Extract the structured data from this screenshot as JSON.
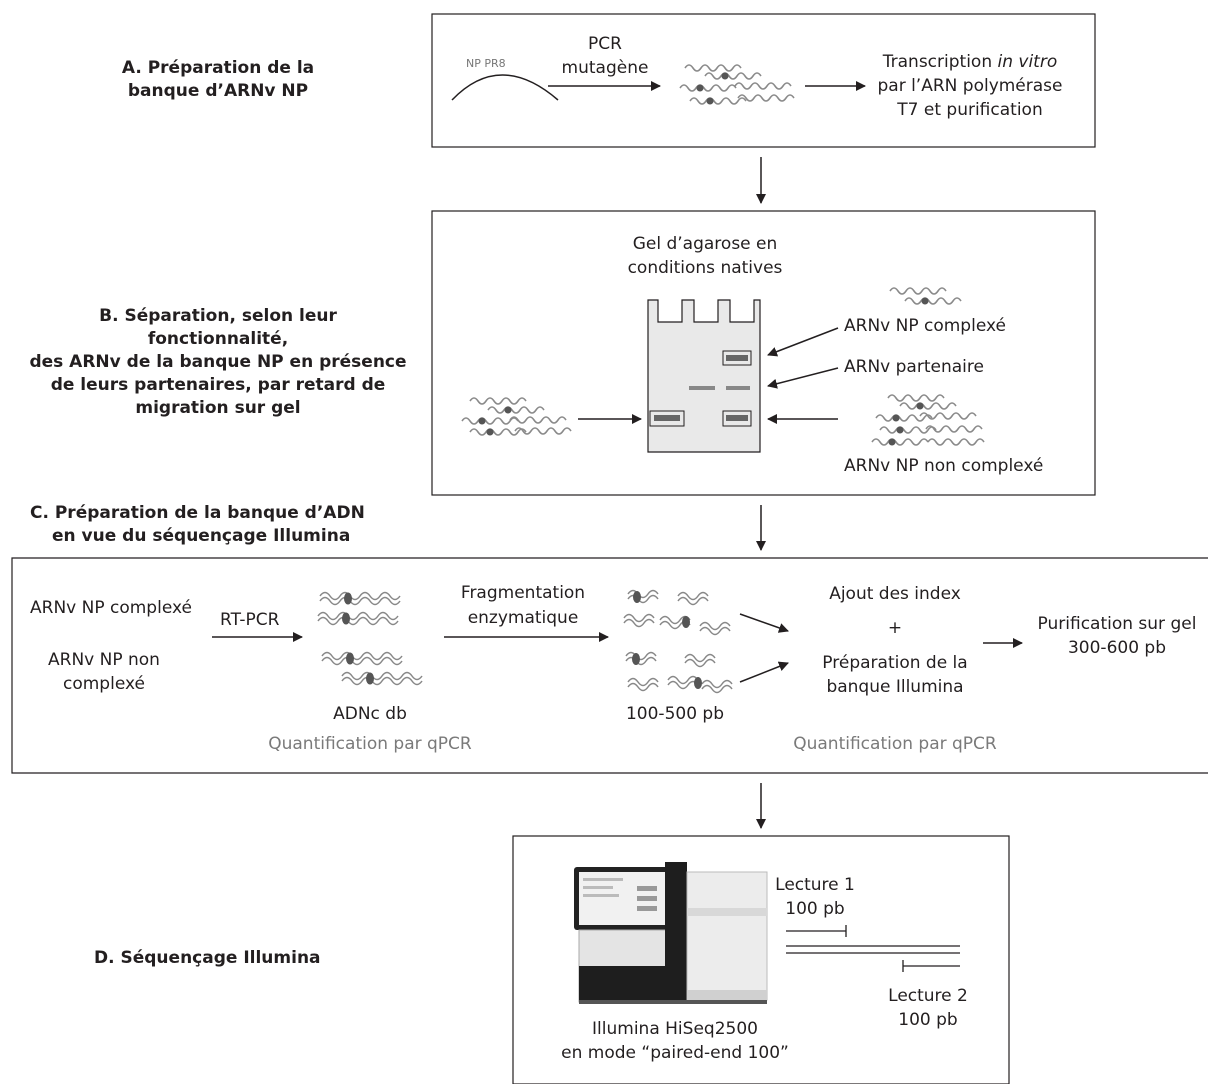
{
  "stages": {
    "a": {
      "title_1": "A. Préparation de la",
      "title_2": "banque d’ARNv NP"
    },
    "b": {
      "title_1": "B. Séparation, selon leur fonctionnalité,",
      "title_2": "des ARNv de la banque NP en présence",
      "title_3": "de leurs partenaires, par retard de",
      "title_4": "migration sur gel"
    },
    "c": {
      "title_1": "C. Préparation de la banque d’ADN",
      "title_2": "en vue du séquençage Illumina"
    },
    "d": {
      "title_1": "D. Séquençage Illumina"
    }
  },
  "box_a": {
    "plasmid_label": "NP PR8",
    "pcr_1": "PCR",
    "pcr_2": "mutagène",
    "transcription_1_pre": "Transcription ",
    "transcription_1_em": "in vitro",
    "transcription_2": "par l’ARN polymérase",
    "transcription_3": "T7 et purification"
  },
  "box_b": {
    "gel_1": "Gel d’agarose en",
    "gel_2": "conditions natives",
    "complexed": "ARNv NP complexé",
    "partner": "ARNv partenaire",
    "uncomplexed": "ARNv NP non complexé"
  },
  "box_c": {
    "input_1": "ARNv NP complexé",
    "input_2a": "ARNv NP non",
    "input_2b": "complexé",
    "rtpcr": "RT-PCR",
    "adnc": "ADNc db",
    "quant_1": "Quantification par qPCR",
    "frag_1": "Fragmentation",
    "frag_2": "enzymatique",
    "size_1": "100-500 pb",
    "index": "Ajout des index",
    "plus": "+",
    "prep_1": "Préparation de la",
    "prep_2": "banque Illumina",
    "quant_2": "Quantification par qPCR",
    "purif_1": "Purification sur gel",
    "purif_2": "300-600 pb"
  },
  "box_d": {
    "read1_a": "Lecture 1",
    "read1_b": "100 pb",
    "read2_a": "Lecture 2",
    "read2_b": "100 pb",
    "machine_1": "Illumina HiSeq2500",
    "machine_2": "en mode “paired-end 100”"
  },
  "colors": {
    "ink": "#231f20",
    "wave": "#8a8a8a",
    "dot": "#555555",
    "gel": "#e9e9e9",
    "band": "#666666"
  }
}
